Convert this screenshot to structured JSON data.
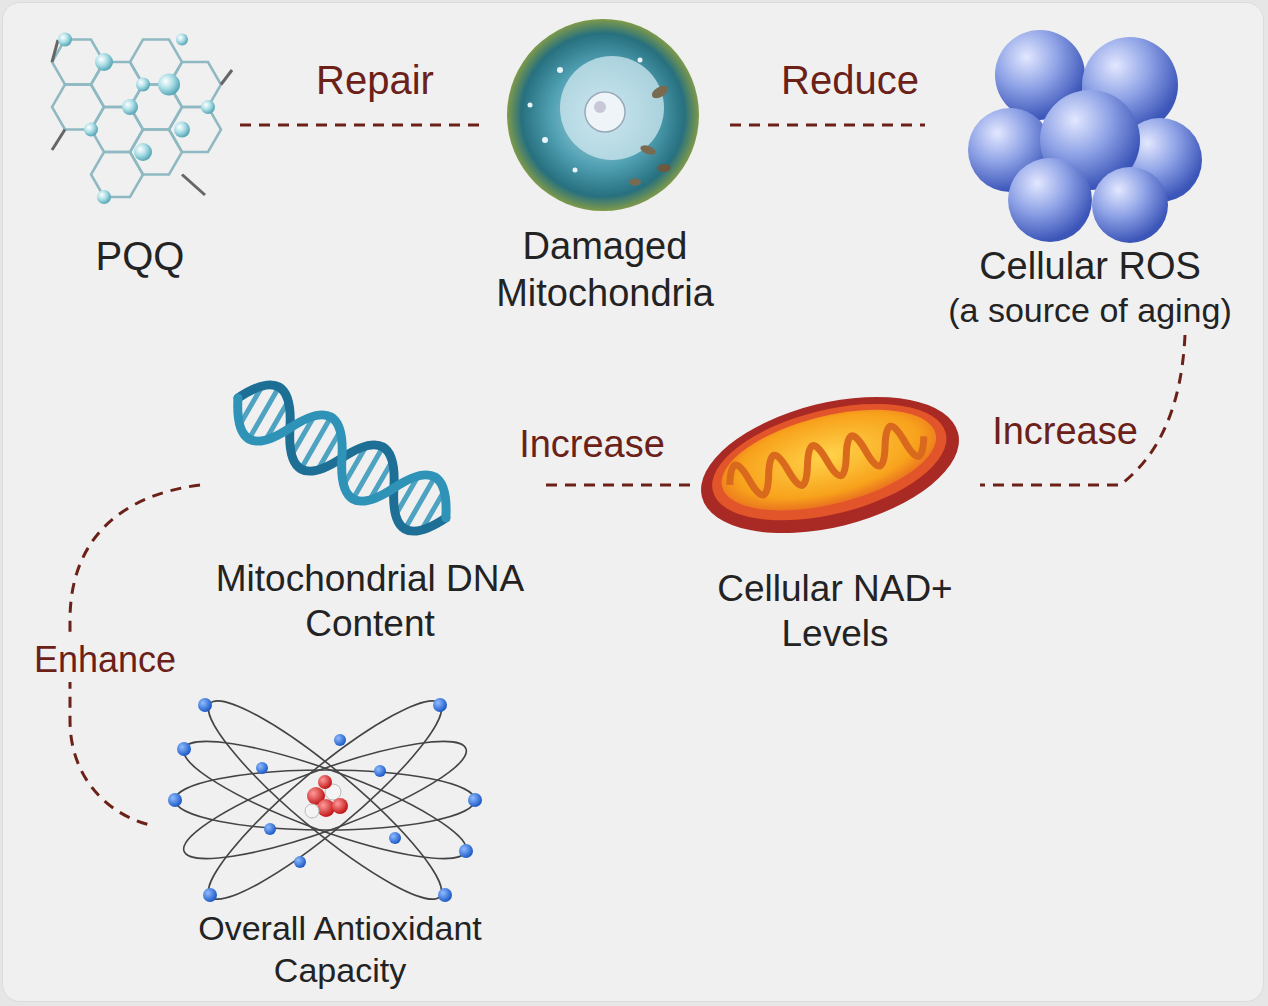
{
  "diagram": {
    "nodes": [
      {
        "text": [
          "PQQ"
        ]
      },
      {
        "text": [
          "Damaged Mitochondria"
        ]
      },
      {
        "text": [
          "Cellular ROS",
          "(a source of aging)"
        ]
      },
      {
        "text": [
          "Mitochondrial DNA Content"
        ]
      },
      {
        "text": [
          "Cellular NAD+ Levels"
        ]
      },
      {
        "text": [
          "Overall Antioxidant Capacity"
        ]
      }
    ],
    "edges": [
      {
        "from": 0,
        "to": 1,
        "arrow": "none",
        "label": "Repair"
      },
      {
        "from": 1,
        "to": 2,
        "arrow": "none",
        "label": "Reduce"
      },
      {
        "from": 2,
        "to": 4,
        "arrow": "none",
        "label": "Increase"
      },
      {
        "from": 4,
        "to": 3,
        "arrow": "none",
        "label": "Increase"
      },
      {
        "from": 3,
        "to": 5,
        "arrow": "none",
        "label": "Enhance"
      }
    ]
  }
}
